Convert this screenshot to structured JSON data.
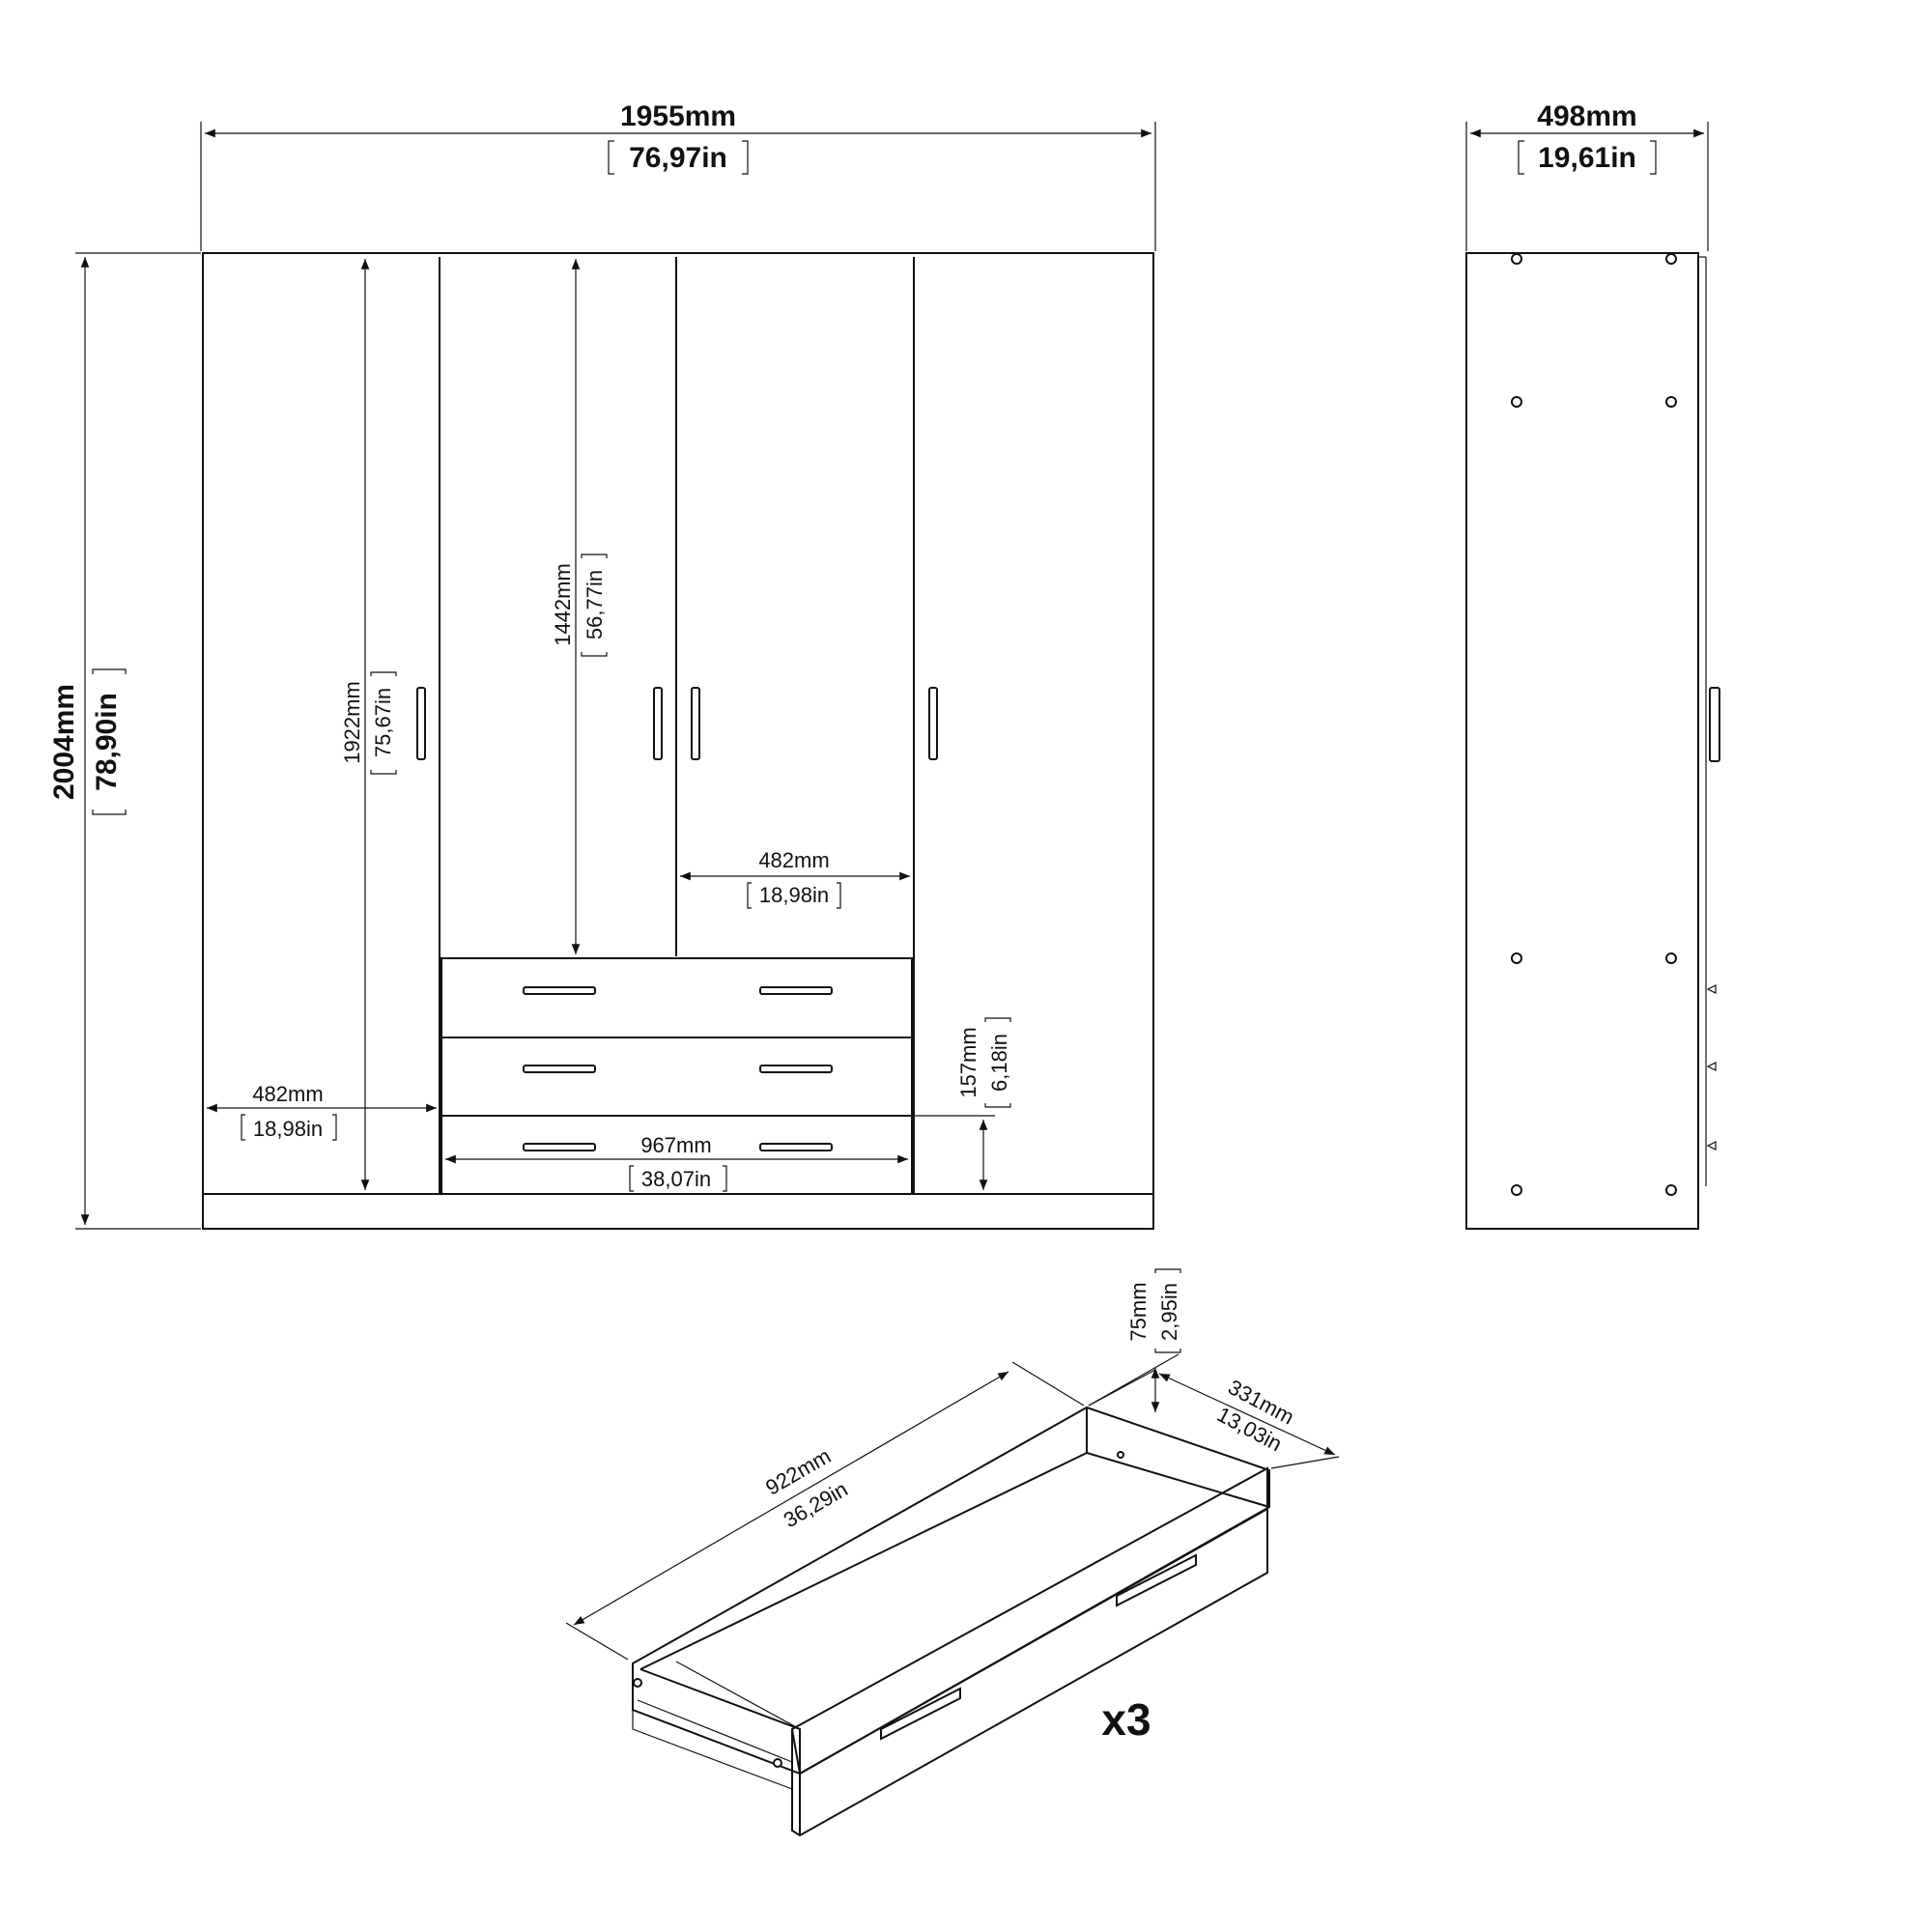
{
  "dimensions": {
    "total_width": {
      "mm": "1955mm",
      "in": "76,97in"
    },
    "total_depth": {
      "mm": "498mm",
      "in": "19,61in"
    },
    "total_height": {
      "mm": "2004mm",
      "in": "78,90in"
    },
    "door_inner_height": {
      "mm": "1922mm",
      "in": "75,67in"
    },
    "upper_compartment_height": {
      "mm": "1442mm",
      "in": "56,77in"
    },
    "door_width_right": {
      "mm": "482mm",
      "in": "18,98in"
    },
    "door_width_left": {
      "mm": "482mm",
      "in": "18,98in"
    },
    "drawer_section_width": {
      "mm": "967mm",
      "in": "38,07in"
    },
    "drawer_front_height": {
      "mm": "157mm",
      "in": "6,18in"
    },
    "drawer_height": {
      "mm": "75mm",
      "in": "2,95in"
    },
    "drawer_depth": {
      "mm": "331mm",
      "in": "13,03in"
    },
    "drawer_length": {
      "mm": "922mm",
      "in": "36,29in"
    }
  },
  "drawer_quantity": "x3"
}
